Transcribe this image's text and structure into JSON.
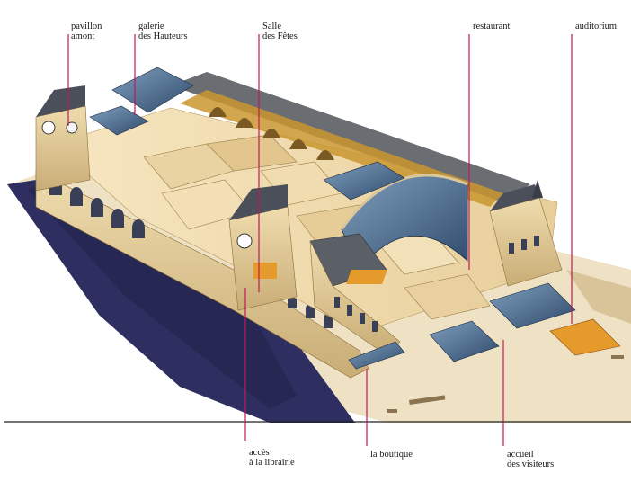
{
  "colors": {
    "leader": "#c2185b",
    "baseline": "#222222",
    "stone": "#dcc79a",
    "stone_light": "#eedcb3",
    "roof": "#5b5f66",
    "glass": "#4a6a8c",
    "shadow": "#2e2f60",
    "floor": "#f4e2b8",
    "gold": "#c9962f",
    "orange": "#e59a2c"
  },
  "labels": {
    "pavillon_amont": [
      "pavillon",
      "amont"
    ],
    "galerie_des_hauteurs": [
      "galerie",
      "des Hauteurs"
    ],
    "salle_des_fetes": [
      "Salle",
      "des Fêtes"
    ],
    "restaurant": [
      "restaurant"
    ],
    "auditorium": [
      "auditorium"
    ],
    "acces_librairie": [
      "accès",
      "à la librairie"
    ],
    "la_boutique": [
      "la boutique"
    ],
    "accueil_des_visiteurs": [
      "accueil",
      "des visiteurs"
    ]
  }
}
